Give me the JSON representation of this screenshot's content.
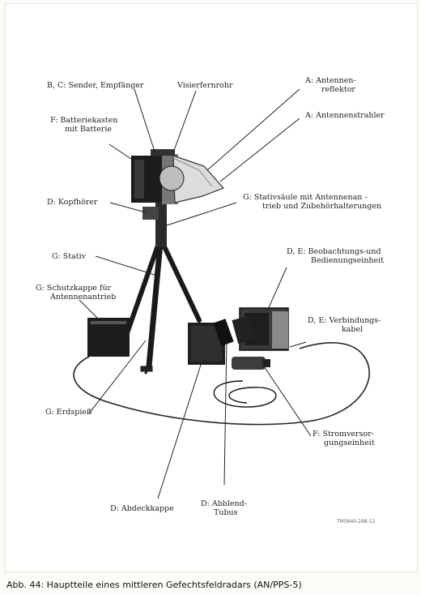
{
  "labels": {
    "sender": "B, C: Sender, Empfänger",
    "visier": "Visierfernrohr",
    "reflektor_1": "A: Antennen-",
    "reflektor_2": "reflektor",
    "strahler": "A: Antennenstrahler",
    "batterie_1": "F: Batteriekasten",
    "batterie_2": "mit Batterie",
    "kopfhoerer": "D: Kopfhörer",
    "stativsaeule_1": "G: Stativsäule mit Antennenan -",
    "stativsaeule_2": "trieb und Zubehörhalterungen",
    "stativ": "G: Stativ",
    "beobachtung_1": "D, E: Beobachtungs-und",
    "beobachtung_2": "Bedienungseinheit",
    "schutzkappe_1": "G: Schutzkappe für",
    "schutzkappe_2": "Antennenantrieb",
    "verbindung_1": "D, E: Verbindungs-",
    "verbindung_2": "kabel",
    "erdspiess": "G: Erdspieß",
    "strom_1": "F: Stromversor-",
    "strom_2": "gungseinheit",
    "abdeck": "D: Abdeckkappe",
    "abblend_1": "D: Abblend-",
    "abblend_2": "Tubus"
  },
  "catalog_number": "TM5840-298-12",
  "caption": "Abb. 44: Hauptteile eines mittleren Gefechtsfeldradars (AN/PPS-5)"
}
